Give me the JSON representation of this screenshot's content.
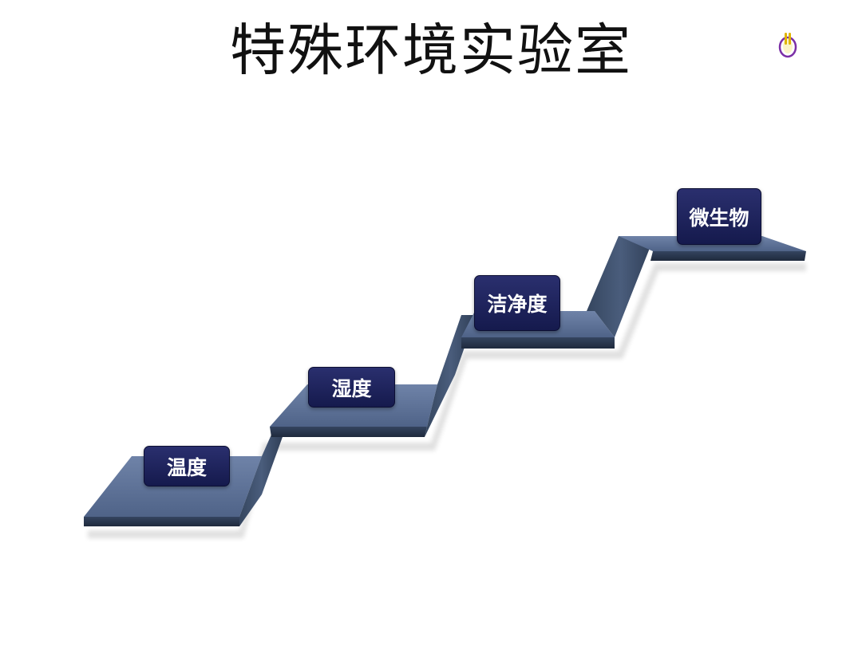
{
  "slide": {
    "title": "特殊环境实验室",
    "steps": [
      {
        "label": "温度"
      },
      {
        "label": "湿度"
      },
      {
        "label": "洁净度"
      },
      {
        "label": "微生物"
      }
    ]
  },
  "colors": {
    "stair_top": "#5d7197",
    "stair_riser": "#3e5070",
    "stair_edge": "#2a3852",
    "label_bg": "#1a1f55",
    "label_text": "#ffffff",
    "icon_accent": "#7b2fa6"
  },
  "icons": {
    "corner": "power-icon"
  }
}
